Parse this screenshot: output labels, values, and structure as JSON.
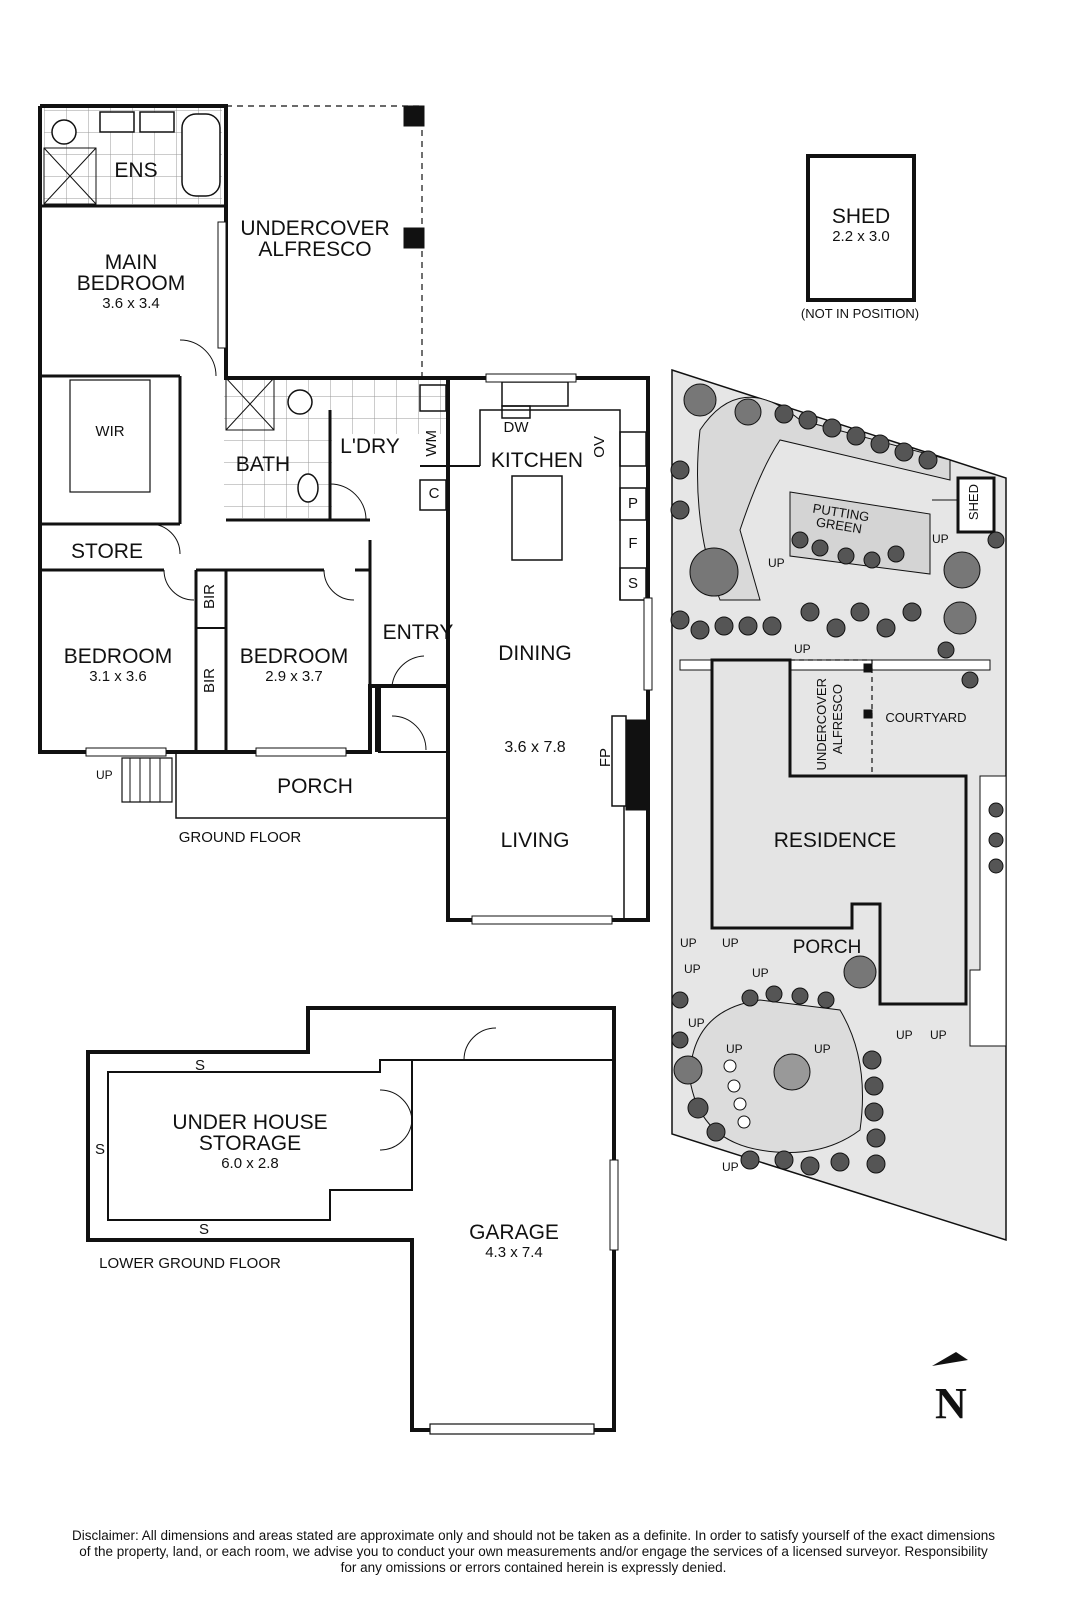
{
  "rooms": {
    "ens": {
      "name": "ENS"
    },
    "undercover_alfresco": {
      "line1": "UNDERCOVER",
      "line2": "ALFRESCO"
    },
    "main_bedroom": {
      "line1": "MAIN",
      "line2": "BEDROOM",
      "dims": "3.6 x 3.4"
    },
    "wir": {
      "name": "WIR"
    },
    "bath": {
      "name": "BATH"
    },
    "laundry": {
      "name": "L'DRY"
    },
    "wm": {
      "name": "WM"
    },
    "c": {
      "name": "C"
    },
    "dw": {
      "name": "DW"
    },
    "kitchen": {
      "name": "KITCHEN"
    },
    "ov": {
      "name": "OV"
    },
    "p": {
      "name": "P"
    },
    "f": {
      "name": "F"
    },
    "s": {
      "name": "S"
    },
    "store": {
      "name": "STORE"
    },
    "bir_top": {
      "name": "BIR"
    },
    "bir_bottom": {
      "name": "BIR"
    },
    "entry": {
      "name": "ENTRY"
    },
    "bedroom_left": {
      "name": "BEDROOM",
      "dims": "3.1 x 3.6"
    },
    "bedroom_mid": {
      "name": "BEDROOM",
      "dims": "2.9 x 3.7"
    },
    "dining": {
      "name": "DINING"
    },
    "living_dims": {
      "dims": "3.6 x 7.8"
    },
    "fp": {
      "name": "FP"
    },
    "porch": {
      "name": "PORCH"
    },
    "living": {
      "name": "LIVING"
    },
    "shed_main": {
      "name": "SHED",
      "dims": "2.2 x 3.0",
      "note": "(NOT IN POSITION)"
    },
    "under_house_storage": {
      "line1": "UNDER HOUSE",
      "line2": "STORAGE",
      "dims": "6.0 x 2.8"
    },
    "garage": {
      "name": "GARAGE",
      "dims": "4.3 x 7.4"
    },
    "storage_s": "S"
  },
  "site": {
    "putting_green": {
      "line1": "PUTTING",
      "line2": "GREEN"
    },
    "shed": "SHED",
    "undercover_alfresco": {
      "line1": "UNDERCOVER",
      "line2": "ALFRESCO"
    },
    "courtyard": "COURTYARD",
    "residence": "RESIDENCE",
    "porch": "PORCH"
  },
  "up_label": "UP",
  "floor_labels": {
    "ground": "GROUND FLOOR",
    "lower": "LOWER GROUND FLOOR"
  },
  "north": "N",
  "disclaimer": {
    "line1": "Disclaimer: All dimensions and areas stated are approximate only and should not be taken as a definite. In order to satisfy yourself of the exact dimensions",
    "line2": "of the property, land, or each room, we advise you to conduct your own measurements and/or engage the services of a licensed surveyor. Responsibility",
    "line3": "for any omissions or errors contained herein is expressly denied."
  },
  "colors": {
    "wall": "#111111",
    "site_fill": "#e6e6e6",
    "residence_fill": "#e4e4e4"
  }
}
